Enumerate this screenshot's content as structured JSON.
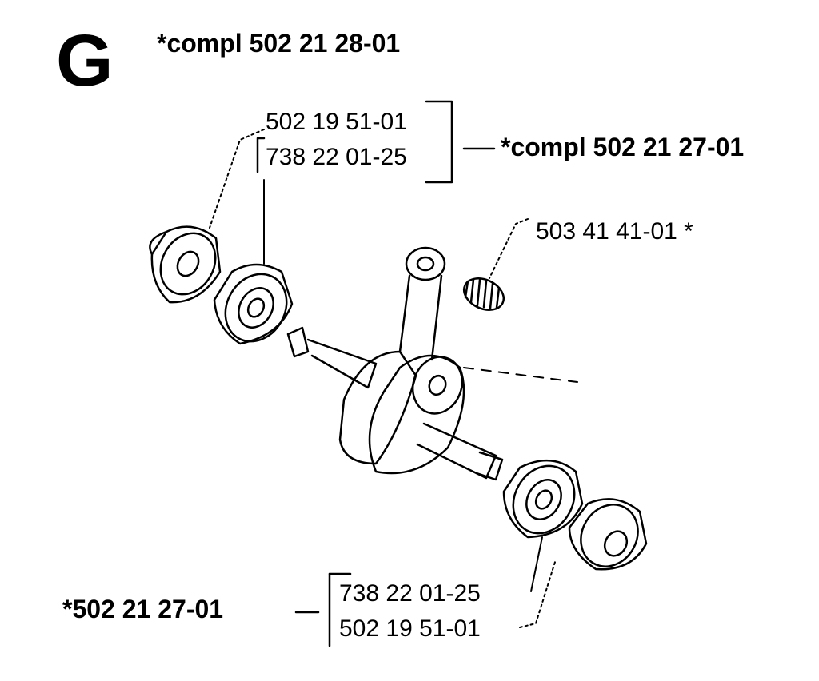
{
  "section": {
    "letter": "G",
    "assembly_label": "*compl 502 21 28-01"
  },
  "upper_group": {
    "parts": [
      "502 19 51-01",
      "738 22 01-25"
    ],
    "assembly_label": "*compl 502 21 27-01"
  },
  "needle_bearing": {
    "part": "503 41 41-01 *"
  },
  "lower_group": {
    "assembly_label": "*502 21 27-01",
    "parts": [
      "738 22 01-25",
      "502 19 51-01"
    ]
  }
}
